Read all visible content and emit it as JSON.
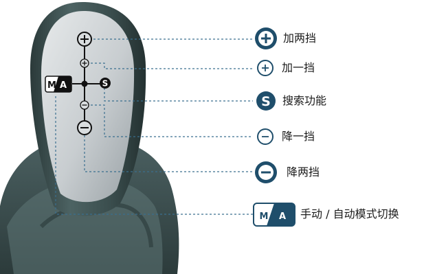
{
  "gear_icon_letters": {
    "manual": "M",
    "auto": "A",
    "search": "S"
  },
  "colors": {
    "accent_navy": "#1f4e6b",
    "leader_line": "#3a6f8f",
    "knob_dark": "#3f5556",
    "knob_shadow": "#22302f",
    "panel_light": "#d7dbdd",
    "panel_mid": "#a9b0b3"
  },
  "labels": {
    "plus_two": "加两挡",
    "plus_one": "加一挡",
    "search": "搜索功能",
    "minus_one": "降一挡",
    "minus_two": "降两挡",
    "mode_switch": "手动 / 自动模式切换"
  }
}
